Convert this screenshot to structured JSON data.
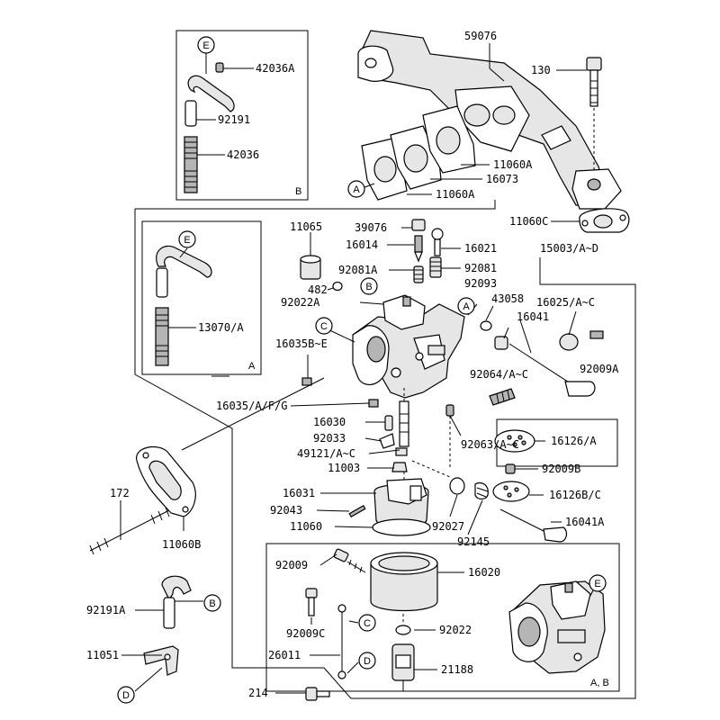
{
  "parts": {
    "p59076": "59076",
    "p130": "130",
    "p11060A_1": "11060A",
    "p16073": "16073",
    "p11060A_2": "11060A",
    "p11060C": "11060C",
    "p15003": "15003/A~D",
    "p11065": "11065",
    "p39076": "39076",
    "p16014": "16014",
    "p16021": "16021",
    "p92081A": "92081A",
    "p92081": "92081",
    "p92093": "92093",
    "p482": "482",
    "p92022A": "92022A",
    "p43058": "43058",
    "p16025": "16025/A~C",
    "p16041": "16041",
    "p16035BE": "16035B~E",
    "p92009A": "92009A",
    "p92064": "92064/A~C",
    "p16035AFG": "16035/A/F/G",
    "p16030": "16030",
    "p92033": "92033",
    "p49121": "49121/A~C",
    "p92063": "92063/A~C",
    "p16126A": "16126/A",
    "p11003": "11003",
    "p92009B": "92009B",
    "p172": "172",
    "p16031": "16031",
    "p16126BC": "16126B/C",
    "p92043": "92043",
    "p11060": "11060",
    "p92027": "92027",
    "p16041A": "16041A",
    "p92145": "92145",
    "p11060B": "11060B",
    "p92009": "92009",
    "p16020": "16020",
    "p92191A": "92191A",
    "p92009C": "92009C",
    "p92022": "92022",
    "p26011": "26011",
    "p11051": "11051",
    "p21188": "21188",
    "p214": "214",
    "p42036A": "42036A",
    "p92191": "92191",
    "p42036": "42036",
    "p13070A": "13070/A"
  },
  "callouts": {
    "A": "A",
    "B": "B",
    "C": "C",
    "D": "D",
    "E": "E"
  },
  "box_labels": {
    "inset_b": "B",
    "inset_a": "A",
    "inset_ab": "A, B"
  }
}
